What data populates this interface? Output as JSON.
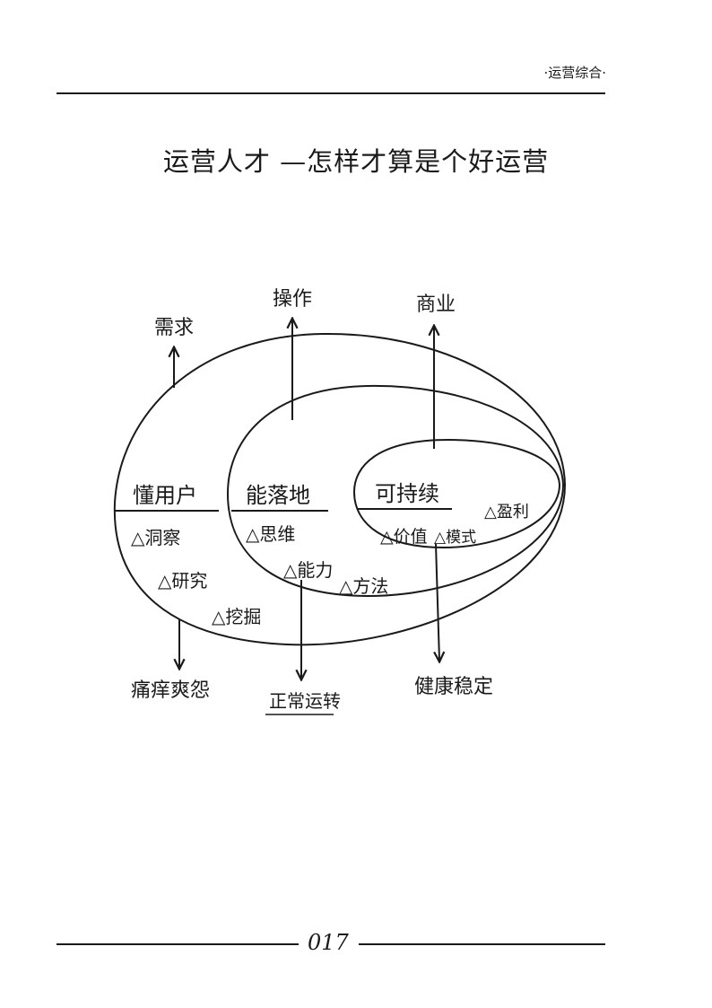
{
  "header": {
    "section_label": "·运营综合·"
  },
  "title": "运营人才 —怎样才算是个好运营",
  "diagram": {
    "rings": {
      "outer": {
        "label": "懂用户",
        "up": "需求",
        "down": "痛痒爽怨",
        "items": [
          "△洞察",
          "△研究",
          "△挖掘"
        ]
      },
      "middle": {
        "label": "能落地",
        "up": "操作",
        "down": "正常运转",
        "items": [
          "△思维",
          "△能力",
          "△方法"
        ]
      },
      "inner": {
        "label": "可持续",
        "up": "商业",
        "down": "健康稳定",
        "items": [
          "△价值",
          "△模式",
          "△盈利"
        ]
      }
    }
  },
  "footer": {
    "page_number": "017"
  }
}
